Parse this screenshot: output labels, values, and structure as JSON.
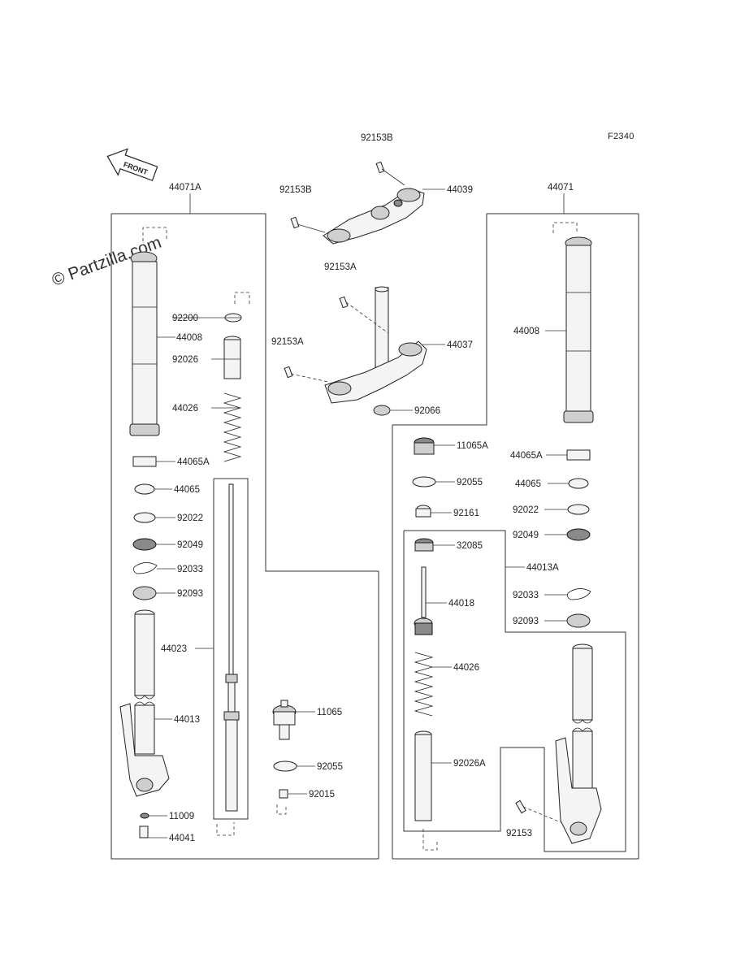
{
  "diagram": {
    "ref_code": "F2340",
    "watermark": "© Partzilla.com",
    "front_label": "FRONT",
    "assemblies": {
      "left": "44071A",
      "right": "44071",
      "right_inner": "44013A"
    },
    "center_labels": [
      "92153B",
      "92153B",
      "44039",
      "92153A",
      "92153A",
      "44037",
      "92066",
      "11065",
      "92055",
      "92015"
    ],
    "left_labels": [
      "44008",
      "92200",
      "92026",
      "44026",
      "44065A",
      "44065",
      "92022",
      "92049",
      "92033",
      "92093",
      "44023",
      "44013",
      "11009",
      "44041"
    ],
    "right_labels": [
      "44008",
      "11065A",
      "44065A",
      "92055",
      "44065",
      "92161",
      "92022",
      "92049",
      "32085",
      "44018",
      "92033",
      "92093",
      "44026",
      "92026A",
      "92153"
    ]
  }
}
